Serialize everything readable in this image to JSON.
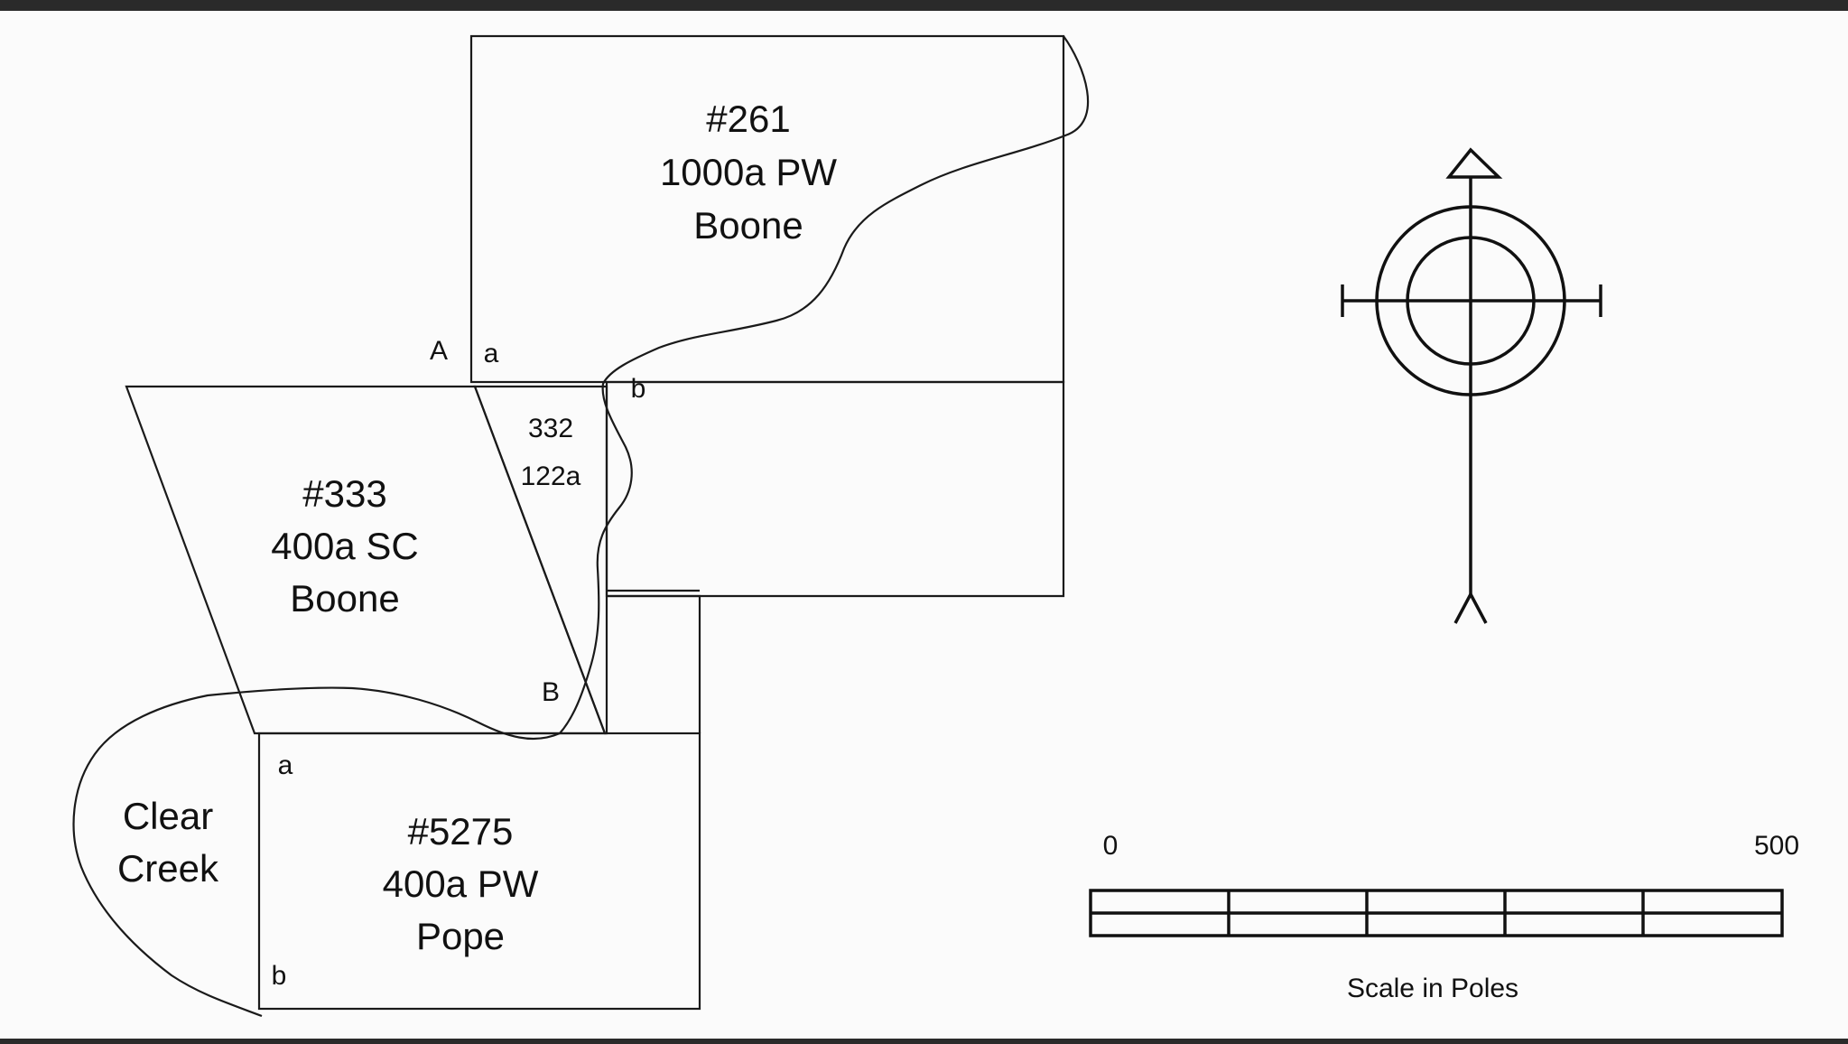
{
  "tracts": [
    {
      "id": "tract-261",
      "number": "#261",
      "area": "1000a PW",
      "owner": "Boone"
    },
    {
      "id": "tract-333",
      "number": "#333",
      "area": "400a SC",
      "owner": "Boone"
    },
    {
      "id": "tract-332",
      "number": "332",
      "area": "122a"
    },
    {
      "id": "tract-5275",
      "number": "#5275",
      "area": "400a PW",
      "owner": "Pope"
    }
  ],
  "corner_labels": {
    "A": "A",
    "a_261": "a",
    "b_261": "b",
    "B": "B",
    "a_5275": "a",
    "b_5275": "b"
  },
  "creek": {
    "line1": "Clear",
    "line2": "Creek"
  },
  "scale": {
    "start": "0",
    "end": "500",
    "caption": "Scale in Poles"
  },
  "compass": {
    "icon": "north-arrow-icon"
  }
}
